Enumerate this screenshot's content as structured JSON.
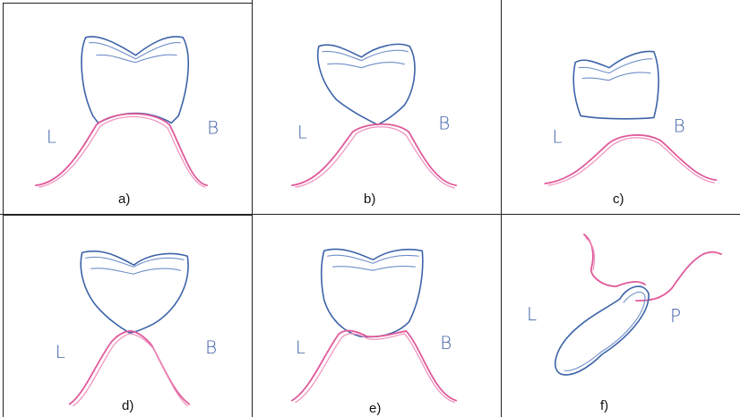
{
  "panels": [
    {
      "caption": "a)",
      "left_label": "L",
      "right_label": "B"
    },
    {
      "caption": "b)",
      "left_label": "L",
      "right_label": "B"
    },
    {
      "caption": "c)",
      "left_label": "L",
      "right_label": "B"
    },
    {
      "caption": "d)",
      "left_label": "L",
      "right_label": "B"
    },
    {
      "caption": "e)",
      "left_label": "L",
      "right_label": "B"
    },
    {
      "caption": "f)",
      "left_label": "L",
      "right_label": "P"
    }
  ],
  "colors": {
    "tooth": "#3c63a8",
    "gum": "#e05a9a",
    "border": "#222222"
  }
}
